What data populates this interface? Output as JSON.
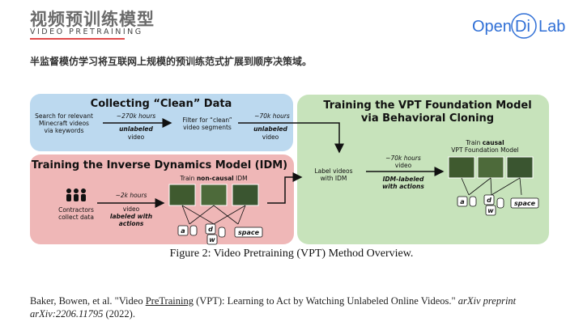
{
  "header": {
    "title": "视频预训练模型",
    "subtitle": "VIDEO PRETRAINING",
    "logo": {
      "part1": "Open",
      "part2": "Di",
      "part3": "Lab",
      "color": "#2f6fd6"
    }
  },
  "description": "半监督模仿学习将互联网上规模的预训练范式扩展到顺序决策域。",
  "diagram": {
    "collect_box": {
      "title": "Collecting “Clean” Data",
      "search_lines": [
        "Search for relevant",
        "Minecraft videos",
        "via keywords"
      ],
      "arrow1_lines": [
        "~270k hours",
        "unlabeled",
        "video"
      ],
      "filter_lines": [
        "Filter for “clean”",
        "video segments"
      ],
      "arrow2_lines": [
        "~70k hours",
        "unlabeled",
        "video"
      ],
      "color": "#bcd9ef"
    },
    "idm_box": {
      "title": "Training the Inverse Dynamics Model (IDM)",
      "contractors_lines": [
        "Contractors",
        "collect data"
      ],
      "arrow_lines": [
        "~2k hours",
        "video",
        "labeled with",
        "actions"
      ],
      "train_label_prefix": "Train ",
      "train_label_bold": "non-causal",
      "train_label_suffix": " IDM",
      "color": "#efb7b7"
    },
    "vpt_box": {
      "title_lines": [
        "Training the VPT Foundation Model",
        "via Behavioral Cloning"
      ],
      "label_lines": [
        "Label videos",
        "with IDM"
      ],
      "arrow_lines": [
        "~70k hours",
        "video",
        "IDM-labeled",
        "with actions"
      ],
      "train_lines": [
        "Train causal",
        "VPT Foundation Model"
      ],
      "color": "#c7e3bb"
    },
    "keys": {
      "a": "a",
      "d": "d",
      "w": "w",
      "space": "space"
    }
  },
  "caption": "Figure 2: Video Pretraining (VPT) Method Overview.",
  "reference": {
    "pre": "Baker, Bowen, et al. \"Video ",
    "underlined": "PreTraining",
    "mid": " (VPT): Learning to Act by Watching Unlabeled Online Videos.\" ",
    "journal": "arXiv preprint arXiv:2206.11795",
    "post": " (2022)."
  }
}
